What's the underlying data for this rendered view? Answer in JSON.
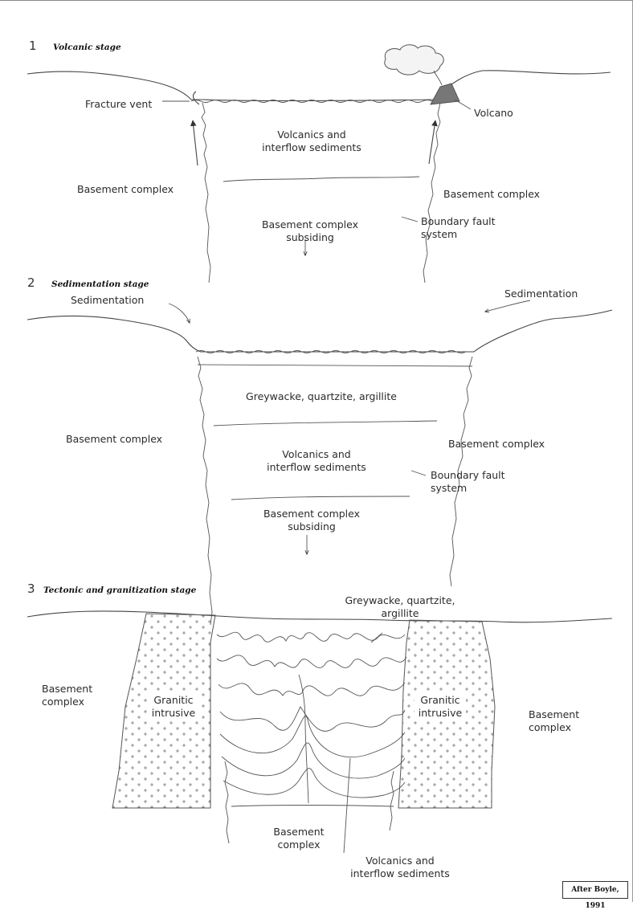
{
  "stage1": {
    "number": "1",
    "title": "Volcanic stage",
    "labels": {
      "fracture_vent": "Fracture vent",
      "volcano": "Volcano",
      "volcanics_1": "Volcanics and",
      "volcanics_2": "interflow sediments",
      "basement_left": "Basement complex",
      "basement_right": "Basement complex",
      "subsiding_1": "Basement complex",
      "subsiding_2": "subsiding",
      "fault_1": "Boundary fault",
      "fault_2": "system"
    }
  },
  "stage2": {
    "number": "2",
    "title": "Sedimentation stage",
    "labels": {
      "sed_left": "Sedimentation",
      "sed_right": "Sedimentation",
      "greywacke": "Greywacke, quartzite, argillite",
      "basement_left": "Basement complex",
      "basement_right": "Basement complex",
      "volcanics_1": "Volcanics and",
      "volcanics_2": "interflow sediments",
      "fault_1": "Boundary fault",
      "fault_2": "system",
      "subsiding_1": "Basement complex",
      "subsiding_2": "subsiding"
    }
  },
  "stage3": {
    "number": "3",
    "title": "Tectonic and granitization stage",
    "labels": {
      "greywacke_1": "Greywacke, quartzite,",
      "greywacke_2": "argillite",
      "basement_left_1": "Basement",
      "basement_left_2": "complex",
      "basement_right_1": "Basement",
      "basement_right_2": "complex",
      "granitic_left_1": "Granitic",
      "granitic_left_2": "intrusive",
      "granitic_right_1": "Granitic",
      "granitic_right_2": "intrusive",
      "basement_bottom_1": "Basement",
      "basement_bottom_2": "complex",
      "volcanics_1": "Volcanics and",
      "volcanics_2": "interflow sediments"
    }
  },
  "credit": "After Boyle, 1991"
}
